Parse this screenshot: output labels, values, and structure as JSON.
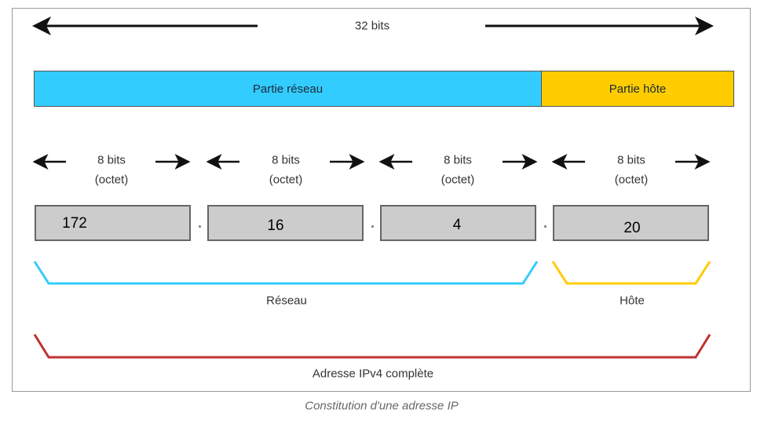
{
  "title": "32 bits",
  "bars": {
    "network": "Partie réseau",
    "host": "Partie hôte"
  },
  "octets": [
    {
      "bits": "8 bits",
      "unit": "(octet)",
      "value": "172"
    },
    {
      "bits": "8 bits",
      "unit": "(octet)",
      "value": "16"
    },
    {
      "bits": "8 bits",
      "unit": "(octet)",
      "value": "4"
    },
    {
      "bits": "8 bits",
      "unit": "(octet)",
      "value": "20"
    }
  ],
  "brackets": {
    "network": "Réseau",
    "host": "Hôte",
    "full": "Adresse IPv4 complète"
  },
  "caption": "Constitution d'une adresse IP",
  "colors": {
    "network": "#33ccff",
    "host": "#ffcc00",
    "full": "#c03030"
  }
}
